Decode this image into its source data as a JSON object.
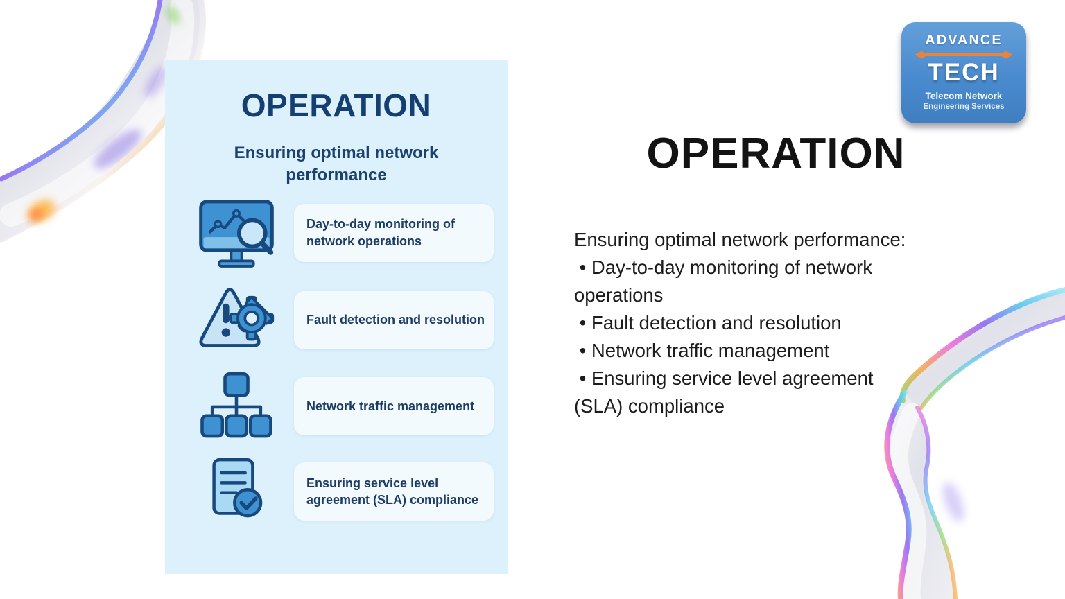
{
  "logo": {
    "line1": "ADVANCE",
    "line2": "TECH",
    "line3": "Telecom Network",
    "line4": "Engineering Services",
    "bg_color": "#4a8ace",
    "accent_color": "#e8843c"
  },
  "card": {
    "bg_color": "#ddf1fc",
    "title": "OPERATION",
    "subtitle": "Ensuring optimal network performance",
    "items": [
      {
        "icon": "monitor-chart-icon",
        "label": "Day-to-day monitoring of network operations"
      },
      {
        "icon": "warning-gear-icon",
        "label": "Fault detection and resolution"
      },
      {
        "icon": "network-hierarchy-icon",
        "label": "Network traffic management"
      },
      {
        "icon": "document-check-icon",
        "label": "Ensuring service level agreement (SLA) compliance"
      }
    ]
  },
  "main": {
    "title": "OPERATION",
    "lines": [
      "Ensuring optimal network performance:",
      " • Day-to-day monitoring of network",
      "operations",
      " • Fault detection and resolution",
      " • Network traffic management",
      " • Ensuring service level agreement",
      "(SLA) compliance"
    ]
  },
  "colors": {
    "icon_outline": "#17497e",
    "icon_blue": "#3f92d2",
    "icon_light_blue": "#a9d9f3",
    "card_text": "#1d3c63",
    "item_box_bg": "#f3fafd"
  }
}
